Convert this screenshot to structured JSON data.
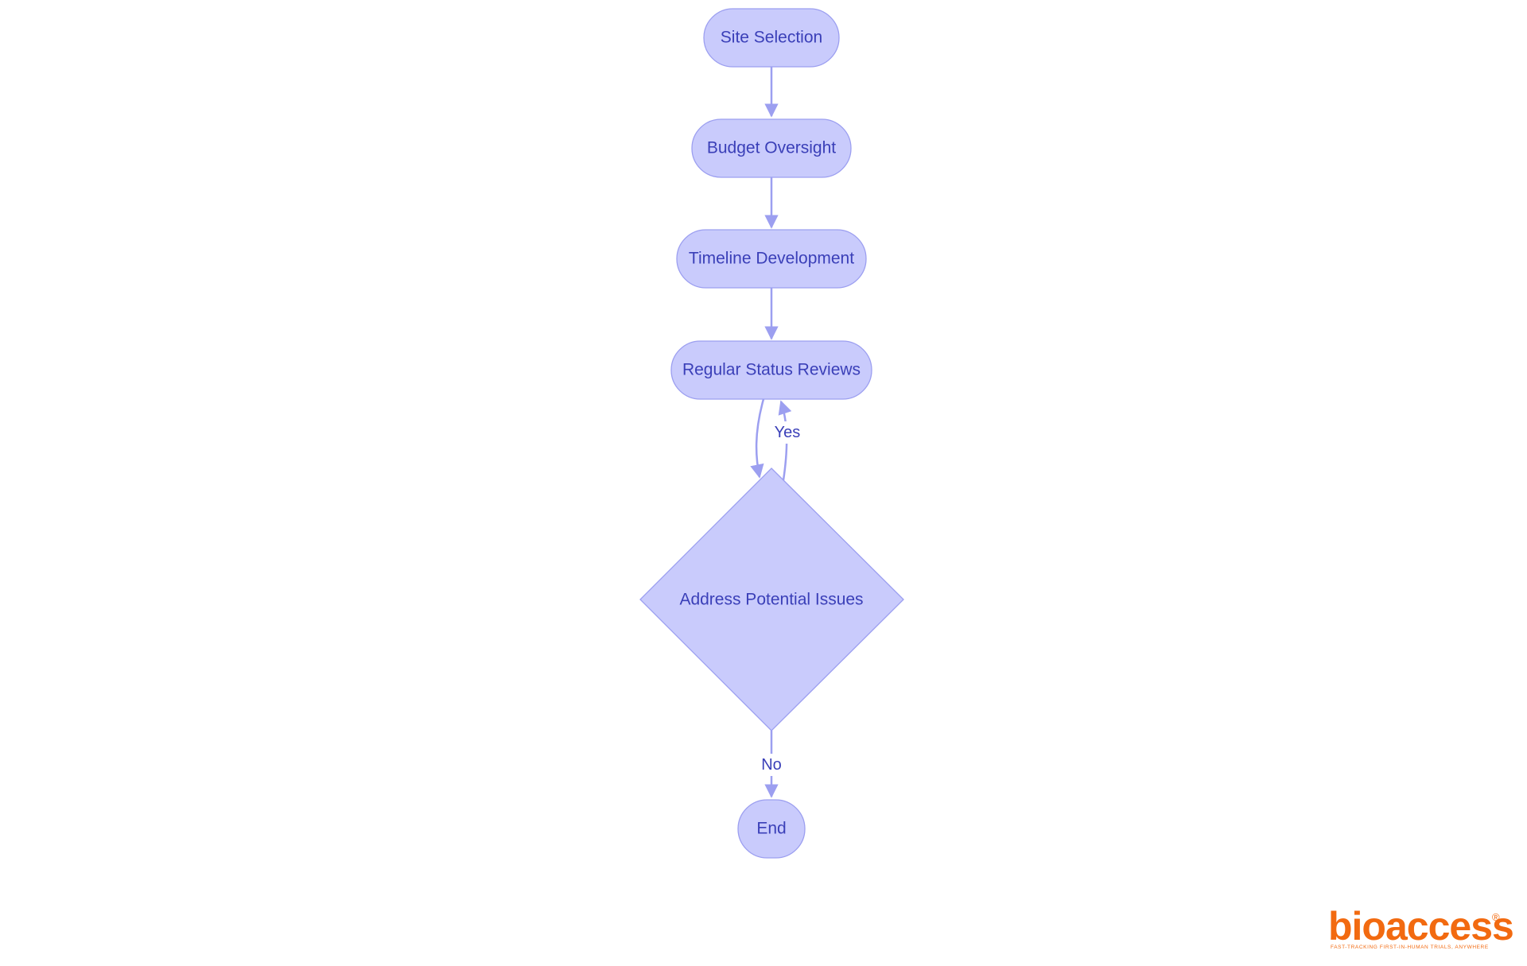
{
  "flowchart": {
    "nodes": {
      "site_selection": "Site Selection",
      "budget_oversight": "Budget Oversight",
      "timeline_development": "Timeline Development",
      "regular_status_reviews": "Regular Status Reviews",
      "address_potential_issues": "Address Potential Issues",
      "end": "End"
    },
    "edges": [
      {
        "from": "Site Selection",
        "to": "Budget Oversight",
        "label": ""
      },
      {
        "from": "Budget Oversight",
        "to": "Timeline Development",
        "label": ""
      },
      {
        "from": "Timeline Development",
        "to": "Regular Status Reviews",
        "label": ""
      },
      {
        "from": "Regular Status Reviews",
        "to": "Address Potential Issues",
        "label": ""
      },
      {
        "from": "Address Potential Issues",
        "to": "Regular Status Reviews",
        "label": "Yes"
      },
      {
        "from": "Address Potential Issues",
        "to": "End",
        "label": "No"
      }
    ],
    "edge_labels": {
      "yes": "Yes",
      "no": "No"
    }
  },
  "logo": {
    "name": "bioaccess",
    "tagline": "FAST-TRACKING FIRST-IN-HUMAN TRIALS, ANYWHERE",
    "registered_mark": "®"
  },
  "colors": {
    "node_fill": "#c9cbfc",
    "node_stroke": "#9c9ff0",
    "text": "#3a3fb8",
    "edge": "#9c9ff0",
    "logo": "#f26a10"
  }
}
